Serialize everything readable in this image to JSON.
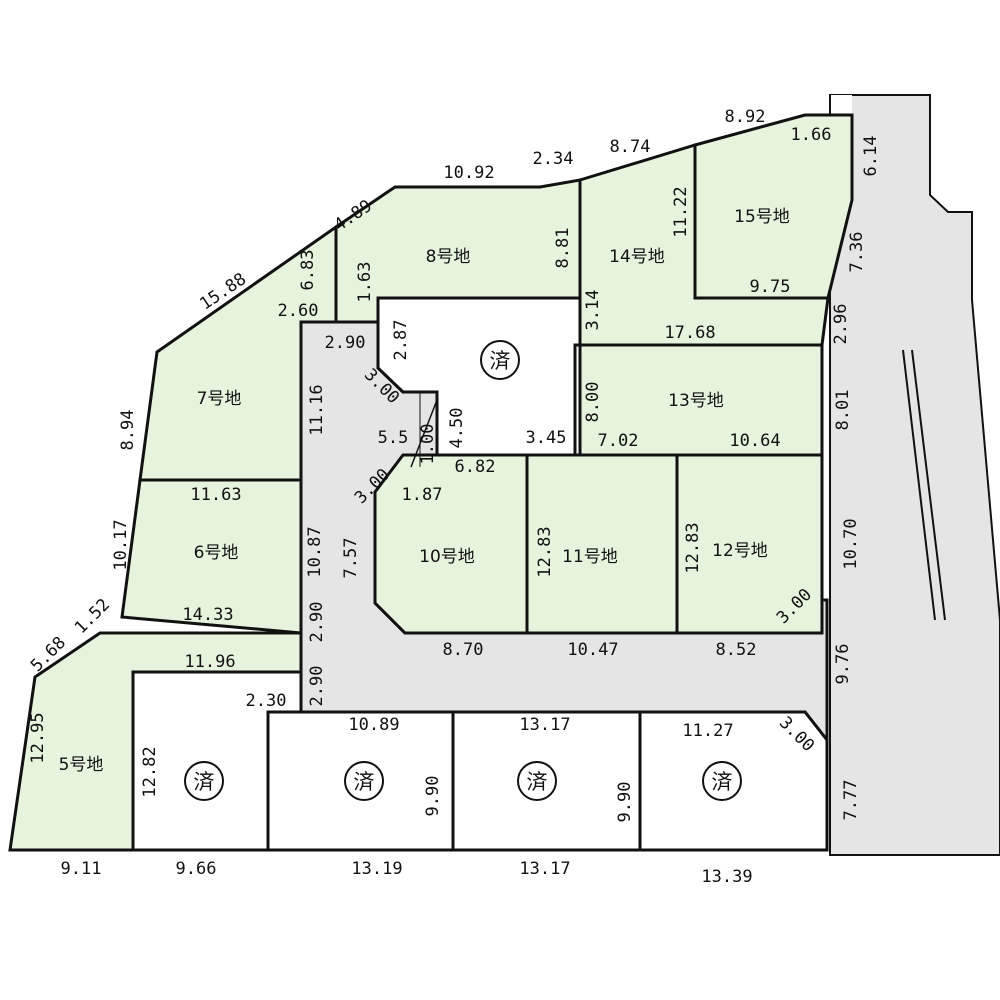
{
  "lots": {
    "l5": "5号地",
    "l6": "6号地",
    "l7": "7号地",
    "l8": "8号地",
    "l10": "10号地",
    "l11": "11号地",
    "l12": "12号地",
    "l13": "13号地",
    "l14": "14号地",
    "l15": "15号地"
  },
  "sold_mark": "済",
  "dims": {
    "d1": "8.92",
    "d2": "1.66",
    "d3": "6.14",
    "d4": "8.74",
    "d5": "2.34",
    "d6": "10.92",
    "d7": "4.89",
    "d8": "15.88",
    "d9": "11.22",
    "d10": "8.81",
    "d11": "6.83",
    "d12": "1.63",
    "d13": "2.60",
    "d14": "7.36",
    "d15": "9.75",
    "d16": "2.96",
    "d17": "3.14",
    "d18": "17.68",
    "d19": "2.90",
    "d20": "2.87",
    "d21": "11.16",
    "d22": "8.94",
    "d23": "3.00",
    "d24": "5.5",
    "d25": "1.00",
    "d26": "4.50",
    "d27": "3.45",
    "d28": "8.00",
    "d29": "7.02",
    "d30": "10.64",
    "d31": "8.01",
    "d32": "6.82",
    "d33": "3.00",
    "d34": "1.87",
    "d35": "11.63",
    "d36": "10.17",
    "d37": "10.87",
    "d38": "7.57",
    "d39": "12.83",
    "d40": "12.83",
    "d41": "10.70",
    "d42": "3.00",
    "d43": "14.33",
    "d44": "1.52",
    "d45": "5.68",
    "d46": "2.90",
    "d47": "8.70",
    "d48": "10.47",
    "d49": "8.52",
    "d50": "11.96",
    "d51": "9.76",
    "d52": "2.90",
    "d53": "2.30",
    "d54": "10.89",
    "d55": "13.17",
    "d56": "11.27",
    "d57": "3.00",
    "d58": "12.95",
    "d59": "12.82",
    "d60": "9.90",
    "d61": "9.90",
    "d62": "7.77",
    "d63": "9.11",
    "d64": "9.66",
    "d65": "13.19",
    "d66": "13.17",
    "d67": "13.39"
  }
}
